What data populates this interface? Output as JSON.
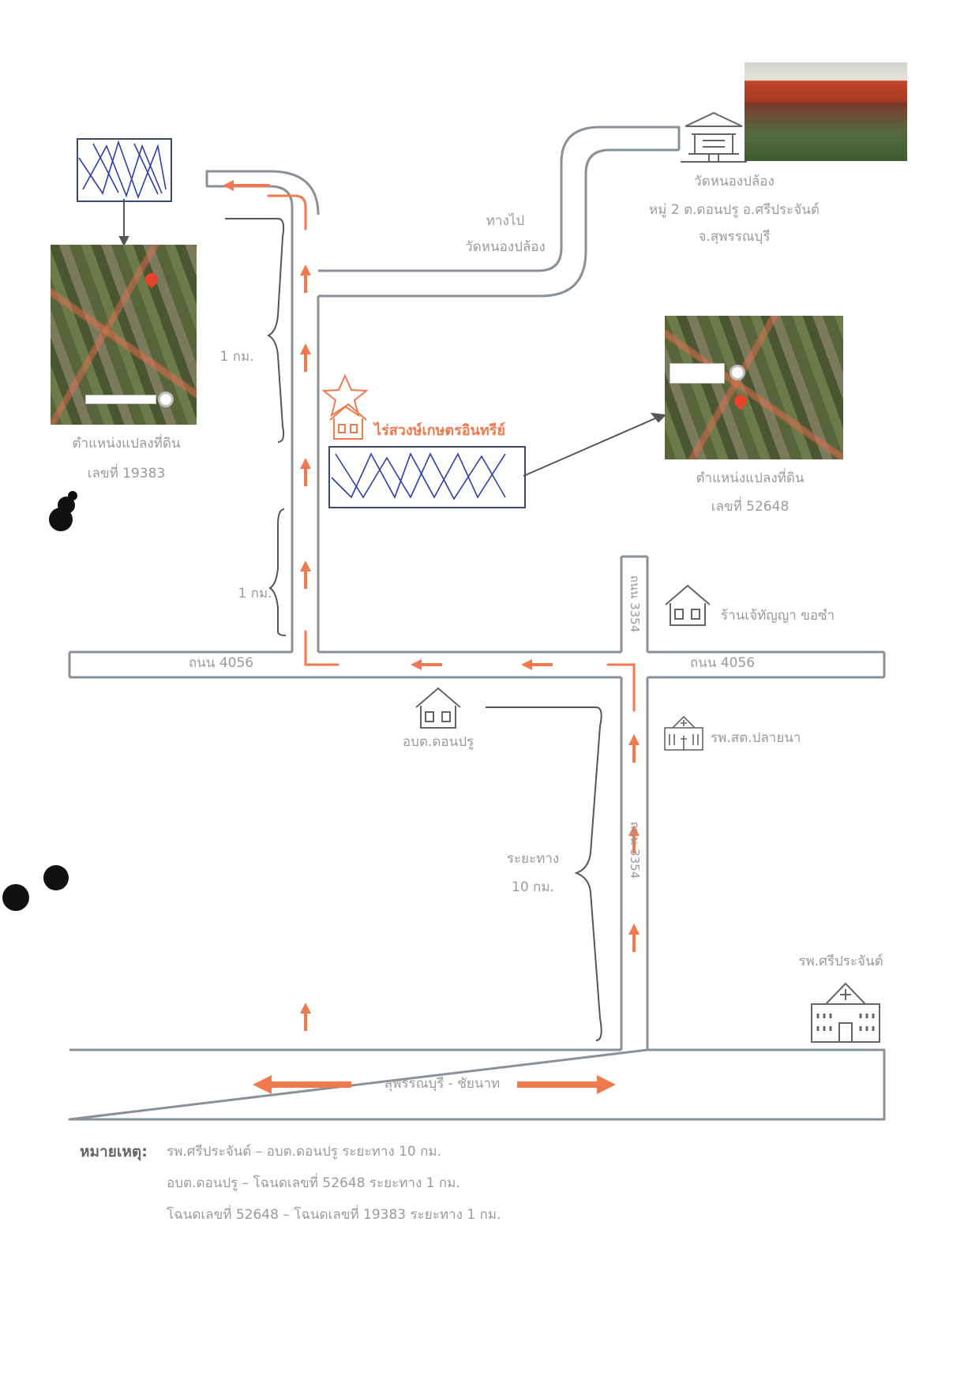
{
  "roads": {
    "road_4056_left": "ถนน 4056",
    "road_4056_right": "ถนน 4056",
    "road_3354_upper": "ถนน 3354",
    "road_3354_lower": "ถนน 3354",
    "highway": "สุพรรณบุรี - ชัยนาท"
  },
  "temple": {
    "name": "วัดหนองปล้อง",
    "address_line1": "หมู่ 2 ต.ดอนปรู อ.ศรีประจันต์",
    "address_line2": "จ.สุพรรณบุรี",
    "direction_line1": "ทางไป",
    "direction_line2": "วัดหนองปล้อง"
  },
  "farm": {
    "name": "ไร่สวงษ์เกษตรอินทรีย์",
    "accent_color": "#f07a4e"
  },
  "plots": {
    "plot_19383_line1": "ตำแหน่งแปลงที่ดิน",
    "plot_19383_line2": "เลขที่ 19383",
    "plot_52648_line1": "ตำแหน่งแปลงที่ดิน",
    "plot_52648_line2": "เลขที่ 52648"
  },
  "distances": {
    "upper": "1 กม.",
    "lower": "1 กม.",
    "long_line1": "ระยะทาง",
    "long_line2": "10 กม."
  },
  "landmarks": {
    "shop": "ร้านเจ้ทัญญา ขอซำ",
    "hospital_small": "รพ.สต.ปลายนา",
    "office": "อบต.ดอนปรู",
    "hospital_big": "รพ.ศรีประจันต์"
  },
  "notes": {
    "label": "หมายเหตุ:",
    "line1": "รพ.ศรีประจันต์ – อบต.ดอนปรู  ระยะทาง 10 กม.",
    "line2": "อบต.ดอนปรู – โฉนดเลขที่ 52648  ระยะทาง 1 กม.",
    "line3": "โฉนดเลขที่ 52648 – โฉนดเลขที่ 19383  ระยะทาง 1 กม."
  },
  "colors": {
    "road_outline": "#8a9098",
    "arrow": "#f07a4e",
    "label_grey": "#9a9a9a",
    "scribble_blue": "#2b3fa8"
  },
  "icons": [
    "temple-icon",
    "star-icon",
    "house-icon",
    "shop-icon",
    "hospital-icon",
    "office-icon",
    "hospital-building-icon"
  ]
}
